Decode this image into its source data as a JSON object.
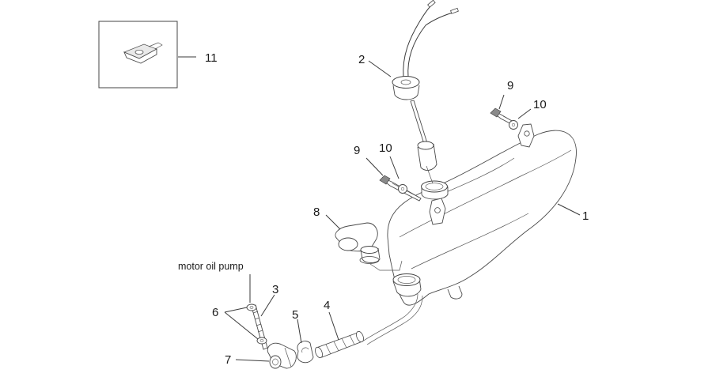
{
  "callouts": {
    "c1": "1",
    "c2": "2",
    "c3": "3",
    "c4": "4",
    "c5": "5",
    "c6": "6",
    "c7": "7",
    "c8": "8",
    "c9a": "9",
    "c9b": "9",
    "c10a": "10",
    "c10b": "10",
    "c11": "11"
  },
  "notes": {
    "pump": "motor oil pump"
  }
}
